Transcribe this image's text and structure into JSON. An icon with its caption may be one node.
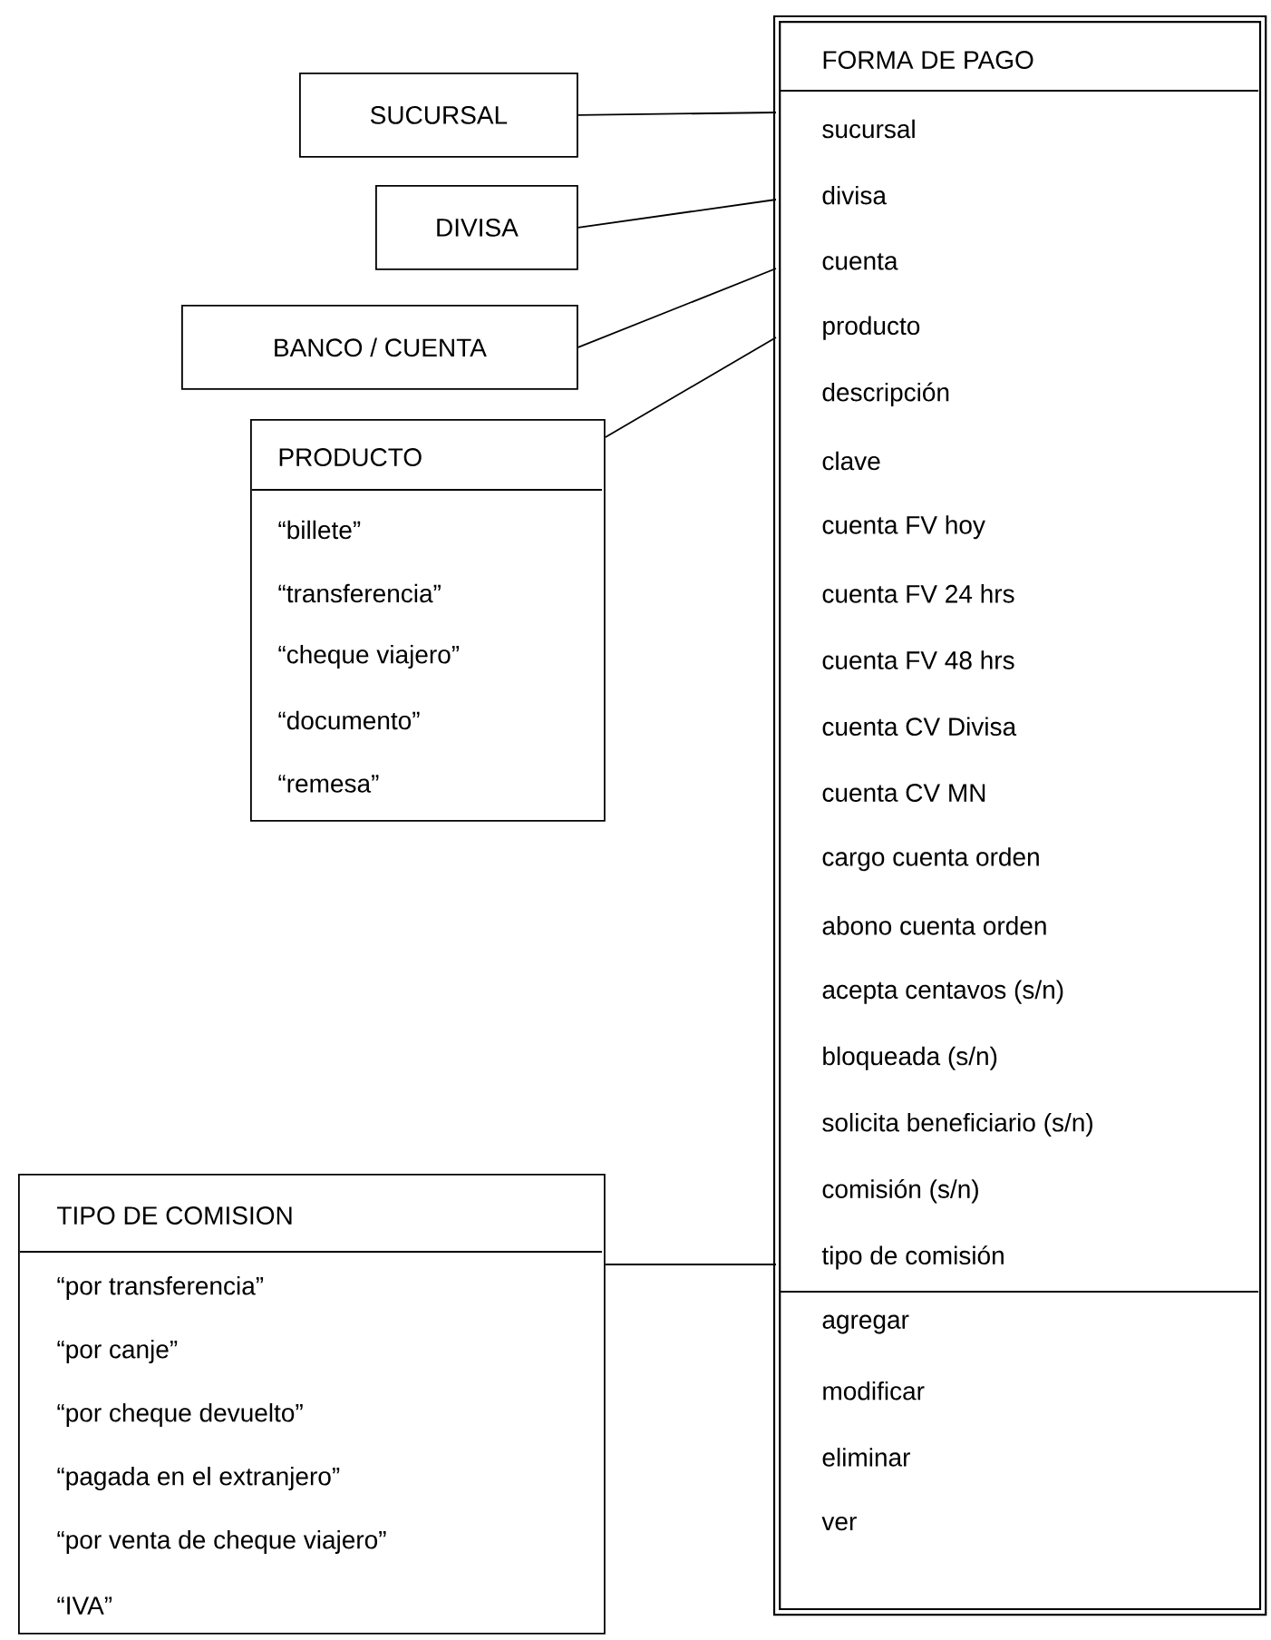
{
  "diagram": {
    "nodes": [
      {
        "text": [
          "FORMA DE PAGO",
          "sucursal",
          "divisa",
          "cuenta",
          "producto",
          "descripción",
          "clave",
          "cuenta FV hoy",
          "cuenta FV 24 hrs",
          "cuenta FV 48  hrs",
          "cuenta CV Divisa",
          "cuenta CV MN",
          "cargo cuenta orden",
          "abono cuenta orden",
          "acepta centavos (s/n)",
          "bloqueada (s/n)",
          "solicita beneficiario (s/n)",
          "comisión (s/n)",
          "tipo de comisión",
          "agregar",
          "modificar",
          "eliminar",
          "ver"
        ]
      },
      {
        "text": [
          "SUCURSAL"
        ]
      },
      {
        "text": [
          "DIVISA"
        ]
      },
      {
        "text": [
          "BANCO / CUENTA"
        ]
      },
      {
        "text": [
          "PRODUCTO",
          "“billete”",
          "“transferencia”",
          "“cheque viajero”",
          "“documento”",
          "“remesa”"
        ]
      },
      {
        "text": [
          "TIPO DE COMISION",
          "“por transferencia”",
          "“por canje”",
          "“por cheque devuelto”",
          "“pagada en el extranjero”",
          "“por venta de cheque viajero”",
          "“IVA”"
        ]
      }
    ],
    "edges": [
      {
        "from": 1,
        "to": 0,
        "arrow": "none"
      },
      {
        "from": 2,
        "to": 0,
        "arrow": "none"
      },
      {
        "from": 3,
        "to": 0,
        "arrow": "none"
      },
      {
        "from": 4,
        "to": 0,
        "arrow": "none"
      },
      {
        "from": 5,
        "to": 0,
        "arrow": "none"
      }
    ]
  }
}
